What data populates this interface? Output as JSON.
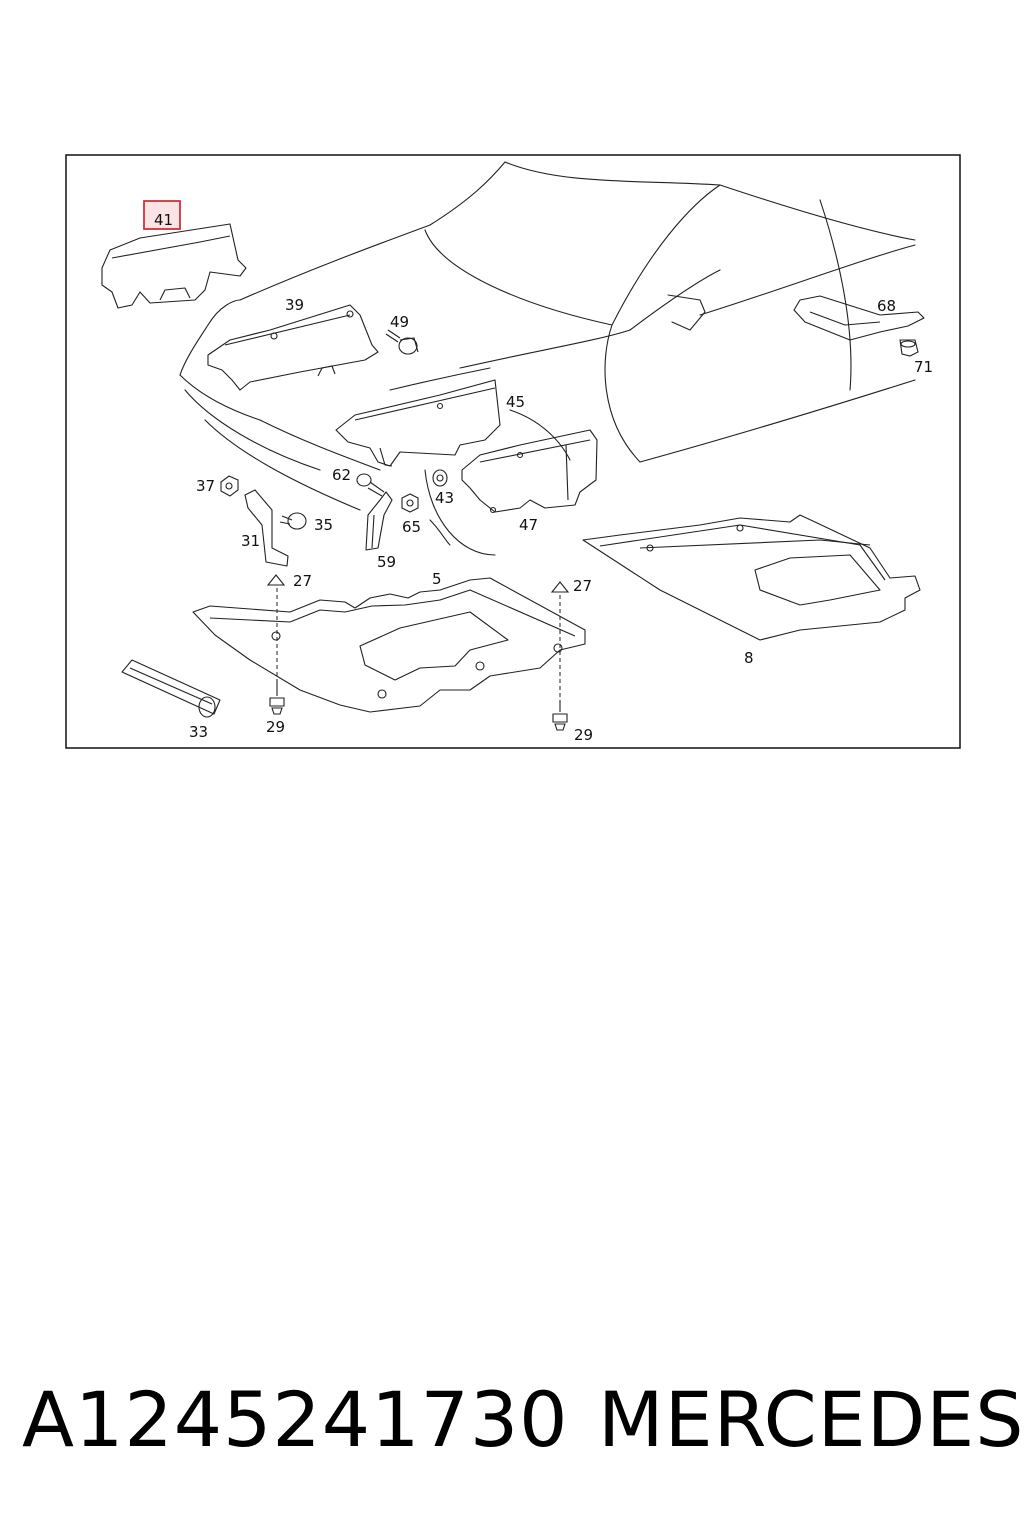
{
  "diagram": {
    "highlight_color": "#d4303a",
    "highlight_fill": "#fbe4e6",
    "callouts": {
      "c41": "41",
      "c39": "39",
      "c49": "49",
      "c68": "68",
      "c71": "71",
      "c45": "45",
      "c37": "37",
      "c62": "62",
      "c43": "43",
      "c35": "35",
      "c65": "65",
      "c47": "47",
      "c31": "31",
      "c59": "59",
      "c27a": "27",
      "c5": "5",
      "c27b": "27",
      "c8": "8",
      "c33": "33",
      "c29a": "29",
      "c29b": "29"
    }
  },
  "footer": {
    "part_number": "A1245241730",
    "brand": "MERCEDES"
  }
}
